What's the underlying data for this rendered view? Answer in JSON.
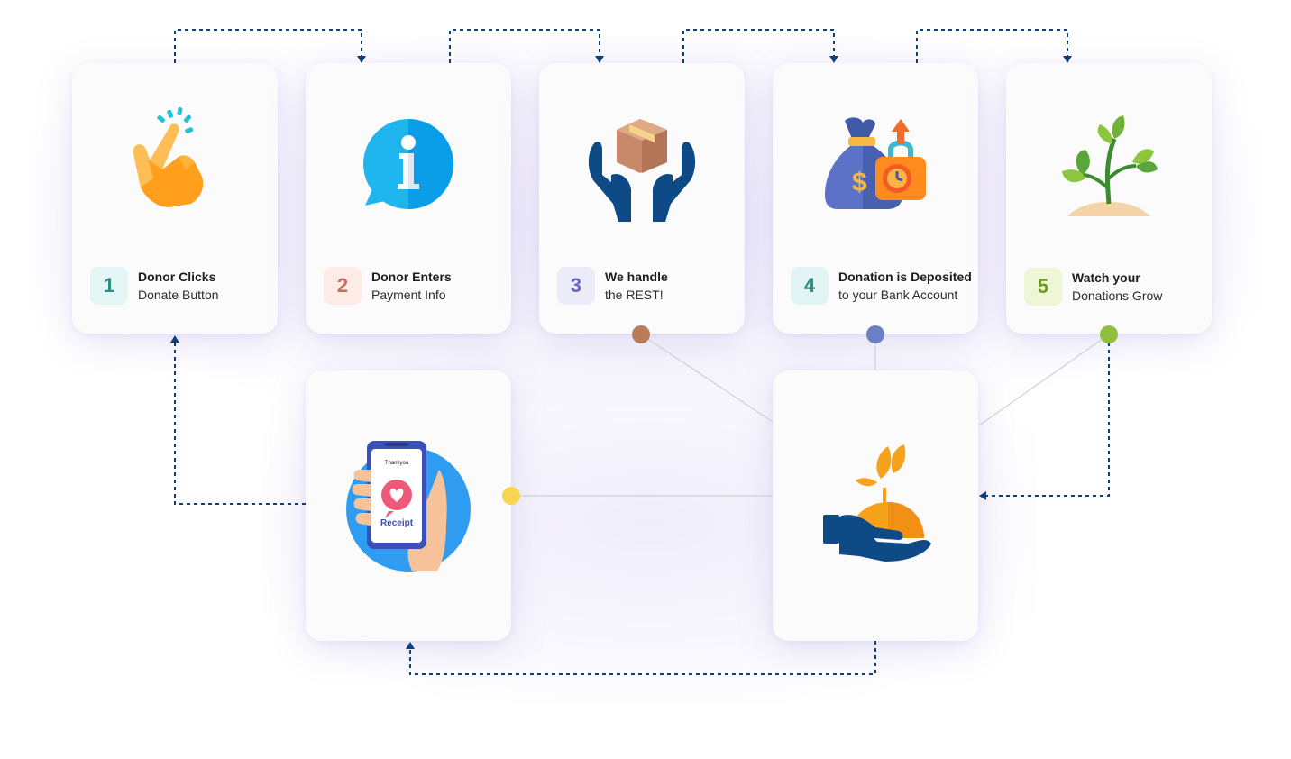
{
  "steps": [
    {
      "number": "1",
      "title": "Donor Clicks",
      "subtitle": "Donate Button",
      "badge_bg": "#e3f5f4",
      "badge_color": "#2e8c86"
    },
    {
      "number": "2",
      "title": "Donor Enters",
      "subtitle": "Payment Info",
      "badge_bg": "#fdece6",
      "badge_color": "#c4715a"
    },
    {
      "number": "3",
      "title": "We handle",
      "subtitle": "the REST!",
      "badge_bg": "#ecebfa",
      "badge_color": "#6a62c4"
    },
    {
      "number": "4",
      "title": "Donation is Deposited",
      "subtitle": "to your Bank Account",
      "badge_bg": "#e1f4f3",
      "badge_color": "#2e8c86"
    },
    {
      "number": "5",
      "title": "Watch your",
      "subtitle": "Donations Grow",
      "badge_bg": "#eef6d6",
      "badge_color": "#6f9a1e"
    }
  ],
  "receipt": {
    "header": "Thankyou",
    "label": "Receipt"
  },
  "colors": {
    "arrow": "#0d3f7a",
    "connector": "#cfcfd8",
    "dot_brown": "#b87c5a",
    "dot_blue": "#6a7fc4",
    "dot_green": "#8fbf3c",
    "dot_yellow": "#f7d54e"
  },
  "icons": [
    "tap-hand-icon",
    "info-bubble-icon",
    "package-hands-icon",
    "money-bag-lock-icon",
    "sprout-icon",
    "phone-receipt-icon",
    "hand-sun-icon"
  ]
}
